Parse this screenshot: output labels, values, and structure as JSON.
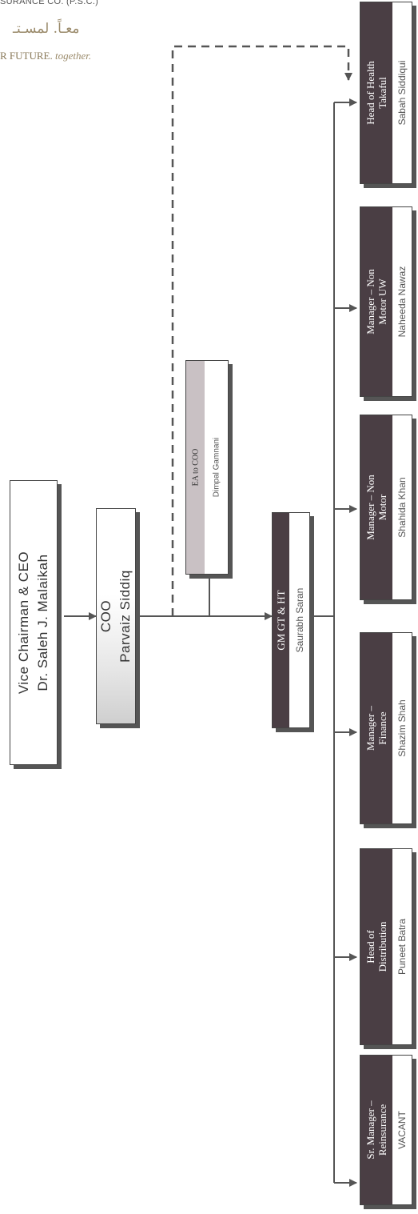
{
  "header": {
    "company": "SURANCE CO. (P.S.C.)",
    "arabic": "معـاً. لمسـتـ",
    "tagline_main": "R FUTURE.",
    "tagline_italic": "together."
  },
  "chart": {
    "ceo": {
      "title": "Vice Chairman & CEO",
      "name": "Dr. Saleh J. Malaikah"
    },
    "coo": {
      "title": "COO",
      "name": "Parvaiz Siddiq"
    },
    "ea": {
      "title": "EA to COO",
      "name": "Dimpal Gamnani"
    },
    "gm": {
      "title": "GM GT & HT",
      "name": "Saurabh Saran"
    },
    "reports": [
      {
        "title_l1": "Sr. Manager –",
        "title_l2": "Reinsurance",
        "name": "VACANT"
      },
      {
        "title_l1": "Head of",
        "title_l2": "Distribution",
        "name": "Puneet Batra"
      },
      {
        "title_l1": "Manager –",
        "title_l2": "Finance",
        "name": "Shazim Shah"
      },
      {
        "title_l1": "Manager – Non",
        "title_l2": "Motor",
        "name": "Shahida Khan"
      },
      {
        "title_l1": "Manager – Non",
        "title_l2": "Motor UW",
        "name": "Naheeda Nawaz"
      },
      {
        "title_l1": "Head of Health",
        "title_l2": "Takaful",
        "name": "Sabah Siddiqui"
      }
    ]
  }
}
